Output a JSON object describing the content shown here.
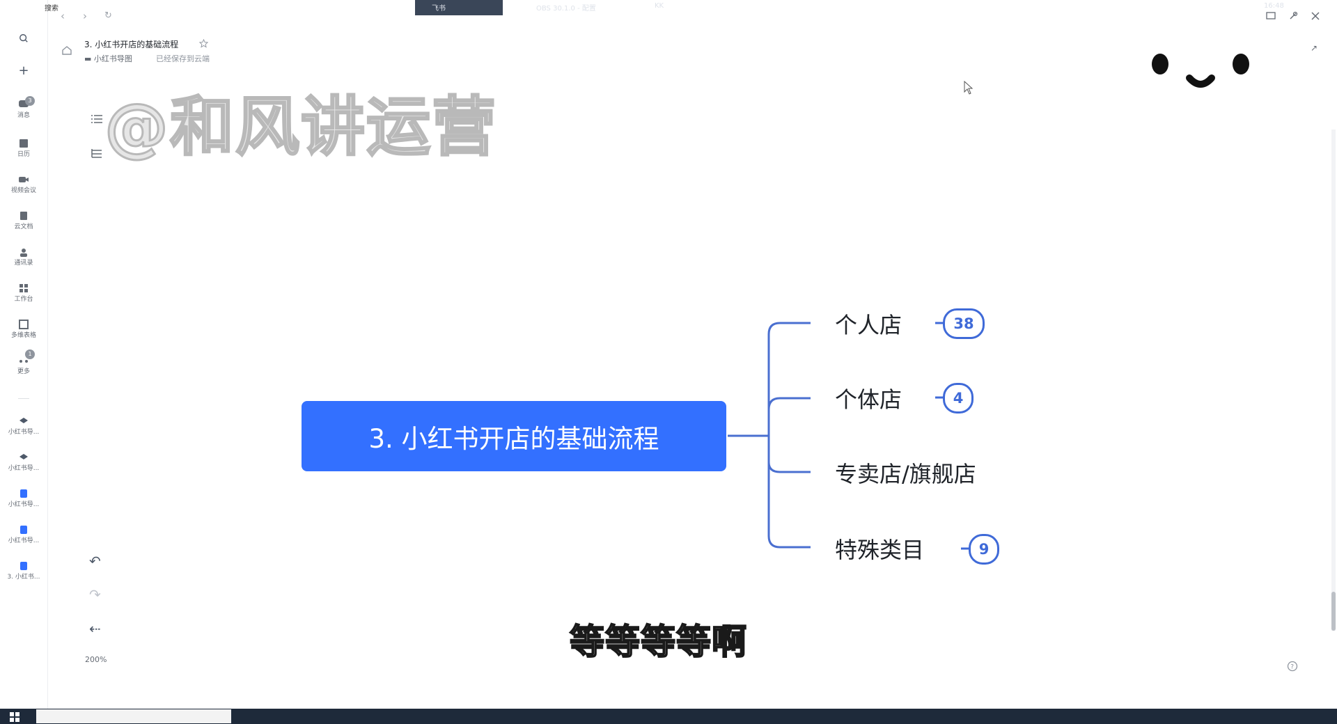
{
  "nav": {
    "back": "‹",
    "forward": "›",
    "refresh": "↻"
  },
  "rail": {
    "items": [
      {
        "icon": "message-icon",
        "label": "消息",
        "badge": "3"
      },
      {
        "icon": "calendar-icon",
        "label": "日历"
      },
      {
        "icon": "video-meeting-icon",
        "label": "视频会议"
      },
      {
        "icon": "cloud-doc-icon",
        "label": "云文档"
      },
      {
        "icon": "contacts-icon",
        "label": "通讯录"
      },
      {
        "icon": "workplace-icon",
        "label": "工作台"
      },
      {
        "icon": "multidim-table-icon",
        "label": "多维表格"
      },
      {
        "icon": "more-icon",
        "label": "更多",
        "badge": "1"
      }
    ],
    "recent": [
      {
        "icon": "mindmap-icon",
        "label": "小红书导..."
      },
      {
        "icon": "mindmap-icon",
        "label": "小红书导..."
      },
      {
        "icon": "doc-icon",
        "label": "小红书导..."
      },
      {
        "icon": "doc-icon",
        "label": "小红书导..."
      },
      {
        "icon": "doc-icon",
        "label": "3. 小红书..."
      }
    ]
  },
  "doc": {
    "title": "3. 小红书开店的基础流程",
    "folder": "小红书导图",
    "save_status": "已经保存到云端"
  },
  "watermark": "@和风讲运营",
  "mindmap": {
    "root": "3. 小红书开店的基础流程",
    "branches": [
      {
        "label": "个人店",
        "count": "38"
      },
      {
        "label": "个体店",
        "count": "4"
      },
      {
        "label": "专卖店/旗舰店",
        "count": ""
      },
      {
        "label": "特殊类目",
        "count": "9"
      }
    ]
  },
  "subtitle": "等等等等啊",
  "zoom": "200%",
  "taskbar": {
    "search_placeholder": "搜索",
    "apps": [
      "飞书",
      "OBS 30.1.0 - 配置",
      "KK"
    ],
    "time": "16:48"
  },
  "colors": {
    "accent": "#3370ff",
    "badge": "#3f6ad8",
    "connector": "#4a6fd0"
  }
}
